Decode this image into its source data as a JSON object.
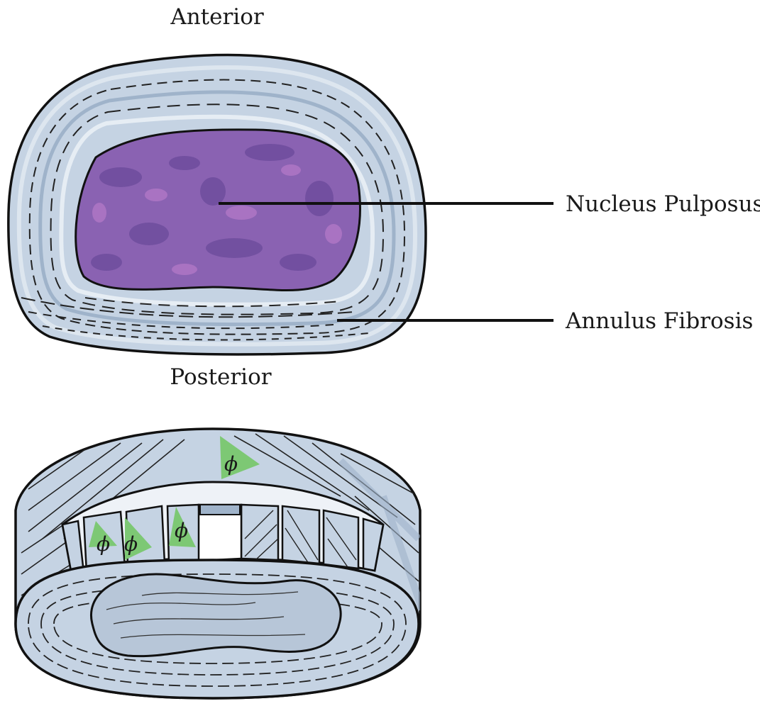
{
  "top_view": {
    "label_top": "Anterior",
    "label_bottom": "Posterior",
    "callouts": [
      {
        "label": "Nucleus Pulposus"
      },
      {
        "label": "Annulus Fibrosis"
      }
    ]
  },
  "cutaway_view": {
    "angle_symbol": "ϕ",
    "angle_markers": [
      "ϕ",
      "ϕ",
      "ϕ",
      "ϕ"
    ]
  },
  "colors": {
    "annulus_fill": "#c5d3e3",
    "annulus_light": "#dde6ef",
    "annulus_dark": "#9fb3ca",
    "nucleus_fill": "#8a62b2",
    "nucleus_dark": "#6a4a9a",
    "nucleus_light": "#b77bc9",
    "angle_marker": "#7dc874",
    "outline": "#111111"
  }
}
